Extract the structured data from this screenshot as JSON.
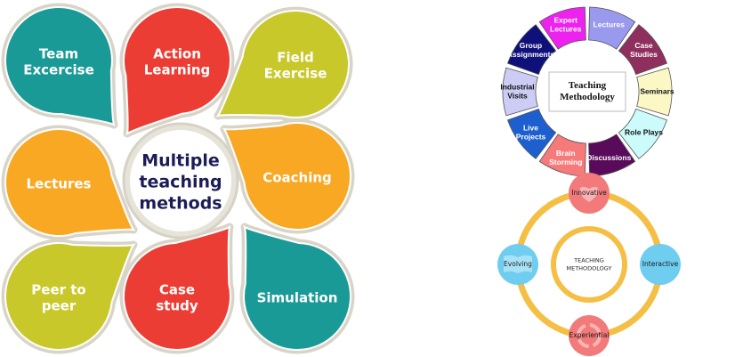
{
  "left_diagram": {
    "center": {
      "lines": [
        "Multiple",
        "teaching",
        "methods"
      ],
      "text_color": "#1c1d57"
    },
    "petals": [
      {
        "lines": [
          "Team",
          "Excercise"
        ],
        "color": "#1a9a97"
      },
      {
        "lines": [
          "Action",
          "Learning"
        ],
        "color": "#ec3d35"
      },
      {
        "lines": [
          "Field",
          "Exercise"
        ],
        "color": "#c9c82a"
      },
      {
        "lines": [
          "Lectures"
        ],
        "color": "#f8a823"
      },
      {
        "lines": [
          "Coaching"
        ],
        "color": "#f8a823"
      },
      {
        "lines": [
          "Peer to",
          "peer"
        ],
        "color": "#c9c82a"
      },
      {
        "lines": [
          "Case",
          "study"
        ],
        "color": "#ec3d35"
      },
      {
        "lines": [
          "Simulation"
        ],
        "color": "#1a9a97"
      }
    ],
    "border_color": "#e6e3d9"
  },
  "wheel_diagram": {
    "center": {
      "lines": [
        "Teaching",
        "Methodology"
      ]
    },
    "segments": [
      {
        "lines": [
          "Lectures"
        ],
        "color": "#9999ee",
        "text": "#ffffff"
      },
      {
        "lines": [
          "Case",
          "Studies"
        ],
        "color": "#8e2f5e",
        "text": "#ffffff"
      },
      {
        "lines": [
          "Seminars"
        ],
        "color": "#fbf8c6",
        "text": "#111111"
      },
      {
        "lines": [
          "Role Plays"
        ],
        "color": "#ccfbfb",
        "text": "#111111"
      },
      {
        "lines": [
          "Discussions"
        ],
        "color": "#5a0a5a",
        "text": "#ffffff"
      },
      {
        "lines": [
          "Brain",
          "Storming"
        ],
        "color": "#f77a7a",
        "text": "#ffffff"
      },
      {
        "lines": [
          "Live",
          "Projects"
        ],
        "color": "#1e5fd0",
        "text": "#ffffff"
      },
      {
        "lines": [
          "Industrial",
          "Visits"
        ],
        "color": "#ccccf5",
        "text": "#111111"
      },
      {
        "lines": [
          "Group",
          "Assignments"
        ],
        "color": "#10107a",
        "text": "#ffffff"
      },
      {
        "lines": [
          "Expert",
          "Lectures"
        ],
        "color": "#ee22ee",
        "text": "#ffffff"
      }
    ]
  },
  "ring_diagram": {
    "center": {
      "lines": [
        "TEACHING",
        "METHODOLOGY"
      ]
    },
    "ring_color": "#f5bf45",
    "nodes": [
      {
        "label": "Innovative",
        "color": "#f27a7a",
        "icon": "heart-icon"
      },
      {
        "label": "Interactive",
        "color": "#6fcdf0",
        "icon": ""
      },
      {
        "label": "Experiential",
        "color": "#f27a7a",
        "icon": "cycle-arrows-icon"
      },
      {
        "label": "Evolving",
        "color": "#6fcdf0",
        "icon": "open-book-icon"
      }
    ]
  }
}
